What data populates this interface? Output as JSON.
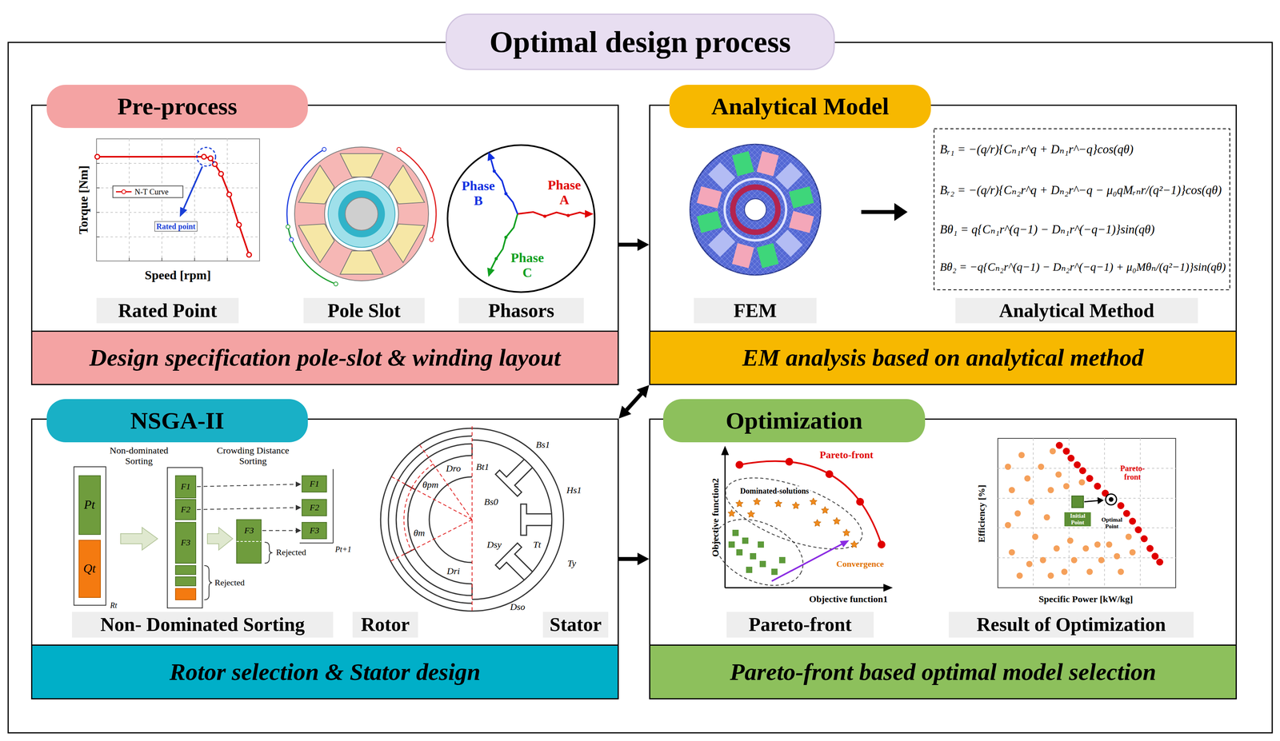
{
  "diagram": {
    "title": "Optimal design process",
    "nodes": [
      {
        "text": [
          "Pre-process"
        ]
      },
      {
        "text": [
          "Rated Point"
        ],
        "in": 0
      },
      {
        "text": [
          "Pole Slot"
        ],
        "in": 0
      },
      {
        "text": [
          "Phasors"
        ],
        "in": 0
      },
      {
        "text": [
          "Design specification pole-slot & winding layout"
        ],
        "in": 0
      },
      {
        "text": [
          "Analytical Model"
        ]
      },
      {
        "text": [
          "FEM"
        ],
        "in": 5
      },
      {
        "text": [
          "Analytical Method"
        ],
        "in": 5
      },
      {
        "text": [
          "EM analysis based on analytical method"
        ],
        "in": 5
      },
      {
        "text": [
          "NSGA-II"
        ]
      },
      {
        "text": [
          "Non- Dominated Sorting"
        ],
        "in": 9
      },
      {
        "text": [
          "Rotor"
        ],
        "in": 9
      },
      {
        "text": [
          "Stator"
        ],
        "in": 9
      },
      {
        "text": [
          "Rotor selection & Stator design"
        ],
        "in": 9
      },
      {
        "text": [
          "Optimization"
        ]
      },
      {
        "text": [
          "Pareto-front"
        ],
        "in": 14
      },
      {
        "text": [
          "Result of Optimization"
        ],
        "in": 14
      },
      {
        "text": [
          "Pareto-front based optimal model selection"
        ],
        "in": 14
      }
    ],
    "edges": [
      {
        "from": 0,
        "to": 5,
        "arrow": "to"
      },
      {
        "from": 5,
        "to": 9,
        "arrow": "both"
      },
      {
        "from": 9,
        "to": 14,
        "arrow": "to"
      }
    ],
    "labels": [
      "Torque [Nm]",
      "Speed [rpm]",
      "Rated point",
      "Phase A",
      "Phase B",
      "Phase C",
      "Bᵣ₁ = −(q/r){Cₙ₁r^q + Dₙ₁r^−q}cos(qθ)",
      "Bᵣ₂ = −(q/r){Cₙ₂r^q + Dₙ₂r^−q − μ₀qMᵣₙr/(q²−1)}cos(qθ)",
      "Bθ₁ = q{Cₙ₁r^(q−1) − Dₙ₁r^(−q−1)}sin(qθ)",
      "Bθ₂ = −q{Cₙ₂r^(q−1) − Dₙ₂r^(−q−1) + μ₀Mθₙ/(q²−1)}sin(qθ)",
      "Non-dominated Sorting",
      "Crowding Distance Sorting",
      "Pt",
      "Qt",
      "Rt",
      "F1",
      "F2",
      "F3",
      "F3",
      "F1",
      "F2",
      "F3",
      "Pt+1",
      "Rejected",
      "Rejected",
      "θpm",
      "Dro",
      "θm",
      "Dri",
      "Bs1",
      "Bt1",
      "Bs0",
      "Hs1",
      "Tt",
      "Dsy",
      "Ty",
      "Dso",
      "Pareto-front",
      "Dominated-solutions",
      "Convergence",
      "Objective function2",
      "Objective function1",
      "Pareto-front",
      "Initial Point",
      "Optimal Point",
      "Efficiency [%]",
      "Specific Power [kW/kg]"
    ],
    "legend": [
      {
        "text": "N-T Curve"
      }
    ]
  }
}
